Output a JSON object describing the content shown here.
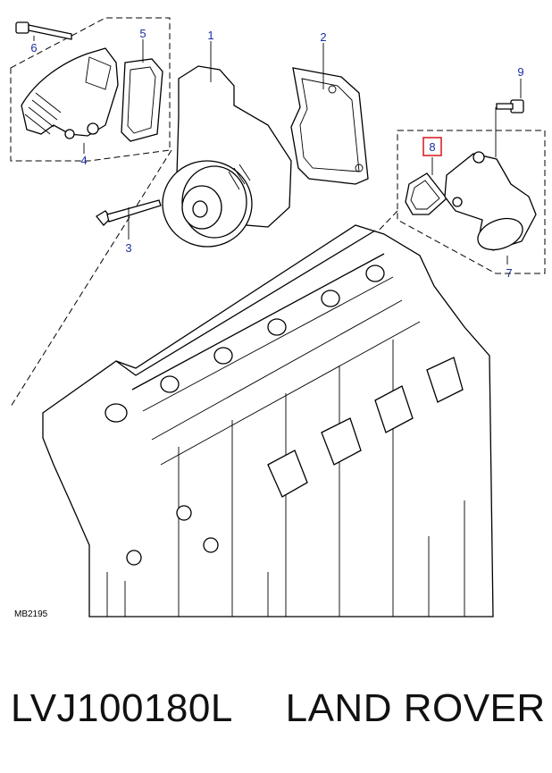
{
  "diagram": {
    "callouts": [
      {
        "id": "1",
        "label": "1"
      },
      {
        "id": "2",
        "label": "2"
      },
      {
        "id": "3",
        "label": "3"
      },
      {
        "id": "4",
        "label": "4"
      },
      {
        "id": "5",
        "label": "5"
      },
      {
        "id": "6",
        "label": "6"
      },
      {
        "id": "7",
        "label": "7"
      },
      {
        "id": "8",
        "label": "8",
        "highlighted": true
      },
      {
        "id": "9",
        "label": "9"
      }
    ],
    "reference_code": "MB2195",
    "highlight_color": "#d9242b",
    "callout_color": "#1a2fa0"
  },
  "caption": {
    "part_number": "LVJ100180L",
    "brand": "LAND ROVER"
  }
}
